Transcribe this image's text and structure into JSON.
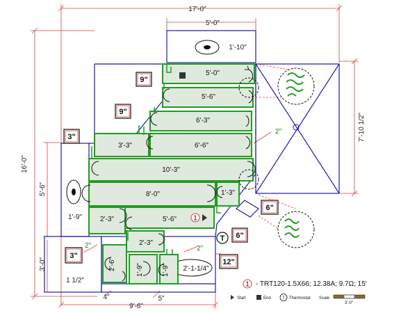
{
  "dimensions": {
    "overall_width": "17'-0\"",
    "top_inner": "5'-0\"",
    "shower_small": "1'-10\"",
    "left_overall": "16'-0\"",
    "left_mid": "5'-6\"",
    "left_low": "3'-0\"",
    "left_side_run": "1'-9\"",
    "left_gap": "1 1/2\"",
    "bottom_overall": "9'-6\"",
    "bottom_a": "4\"",
    "bottom_b": "5\"",
    "right_dim": "7'-10 1/2\"",
    "gap_2_right": "2\"",
    "gap_2_left": "2\"",
    "gap_2_bottom": "2\""
  },
  "runs": [
    "5'-0\"",
    "5'-6\"",
    "6'-3\"",
    "3'-3\"",
    "6'-6\"",
    "10'-3\"",
    "8'-0\"",
    "1'-3\"",
    "2'-3\"",
    "5'-6\"",
    "2'-3\"",
    "2'-6\"",
    "1'-9\"",
    "1'-9\"",
    "2'-1-1/4\""
  ],
  "clearances": [
    "9\"",
    "9\"",
    "3\"",
    "6\"",
    "6\"",
    "3\"",
    "12\""
  ],
  "legend": {
    "circuit_number": "1",
    "circuit_text": "- TRT120-1.5X66; 12.38A; 9.7Ω; 15'",
    "start_label": "Start",
    "end_label": "End",
    "thermostat_symbol": "T",
    "thermostat_label": "Thermostat",
    "scale_label": "Scale",
    "scale_value": "3'-0\""
  },
  "colors": {
    "walls": "#1a1aa8",
    "dimension_lines": "#d94040",
    "heating_runs": "#1e9e1e",
    "run_fill": "#dfe9dd"
  }
}
